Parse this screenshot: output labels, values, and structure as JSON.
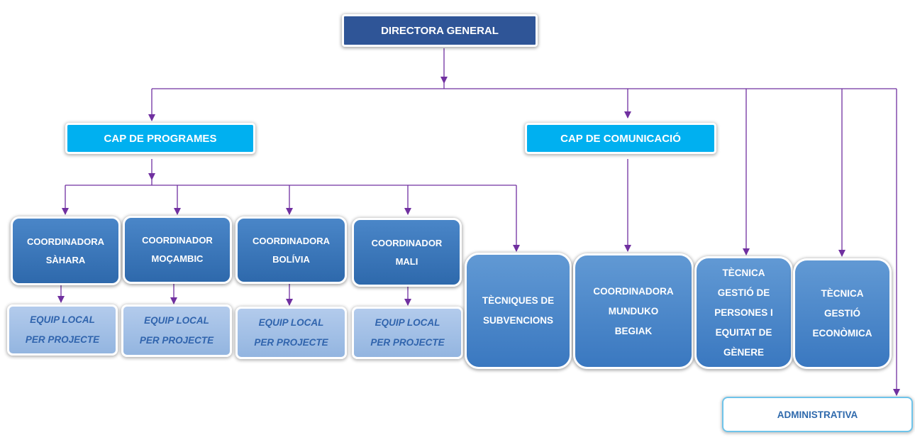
{
  "colors": {
    "connector": "#7030a0",
    "director_fill": "#2f5597",
    "cap_fill": "#00b0f0",
    "coordinator_fill": "#2e69ac",
    "equip_fill": "#a3c0e6",
    "equip_text": "#3064ad",
    "admin_border": "#6fc4ea"
  },
  "director": {
    "label": "DIRECTORA GENERAL"
  },
  "cap_programes": {
    "label": "CAP DE PROGRAMES"
  },
  "cap_comunicacio": {
    "label": "CAP DE COMUNICACIÓ"
  },
  "coordinators": [
    {
      "label": "COORDINADORA\nSÀHARA"
    },
    {
      "label": "COORDINADOR\nMOÇAMBIC"
    },
    {
      "label": "COORDINADORA\nBOLÍVIA"
    },
    {
      "label": "COORDINADOR\nMALI"
    }
  ],
  "equip_local": [
    {
      "label": "EQUIP LOCAL\nPER PROJECTE"
    },
    {
      "label": "EQUIP LOCAL\nPER PROJECTE"
    },
    {
      "label": "EQUIP LOCAL\nPER PROJECTE"
    },
    {
      "label": "EQUIP LOCAL\nPER PROJECTE"
    }
  ],
  "staff": [
    {
      "label": "TÈCNIQUES DE\nSUBVENCIONS"
    },
    {
      "label": "COORDINADORA\nMUNDUKO\nBEGIAK"
    },
    {
      "label": "TÈCNICA\nGESTIÓ DE\nPERSONES I\nEQUITAT DE\nGÈNERE"
    },
    {
      "label": "TÈCNICA\nGESTIÓ\nECONÒMICA"
    }
  ],
  "administrativa": {
    "label": "ADMINISTRATIVA"
  }
}
